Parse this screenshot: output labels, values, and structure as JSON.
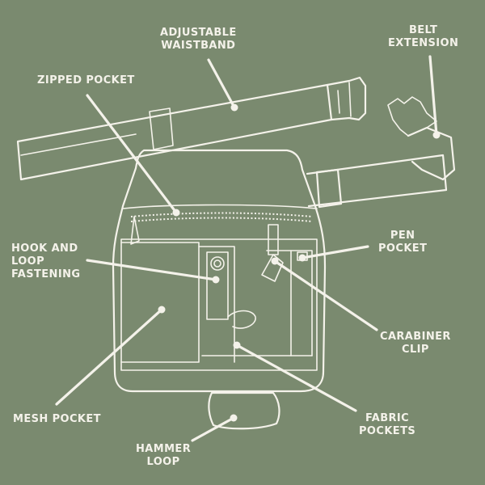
{
  "colors": {
    "background": "#7a8a6f",
    "line": "#f4f2ea"
  },
  "labels": {
    "adjustable_waistband": [
      "ADJUSTABLE",
      "WAISTBAND"
    ],
    "belt_extension": [
      "BELT",
      "EXTENSION"
    ],
    "zipped_pocket": [
      "ZIPPED POCKET"
    ],
    "hook_and_loop": [
      "HOOK AND",
      "LOOP",
      "FASTENING"
    ],
    "pen_pocket": [
      "PEN",
      "POCKET"
    ],
    "carabiner_clip": [
      "CARABINER",
      "CLIP"
    ],
    "mesh_pocket": [
      "MESH POCKET"
    ],
    "fabric_pockets": [
      "FABRIC",
      "POCKETS"
    ],
    "hammer_loop": [
      "HAMMER",
      "LOOP"
    ]
  }
}
